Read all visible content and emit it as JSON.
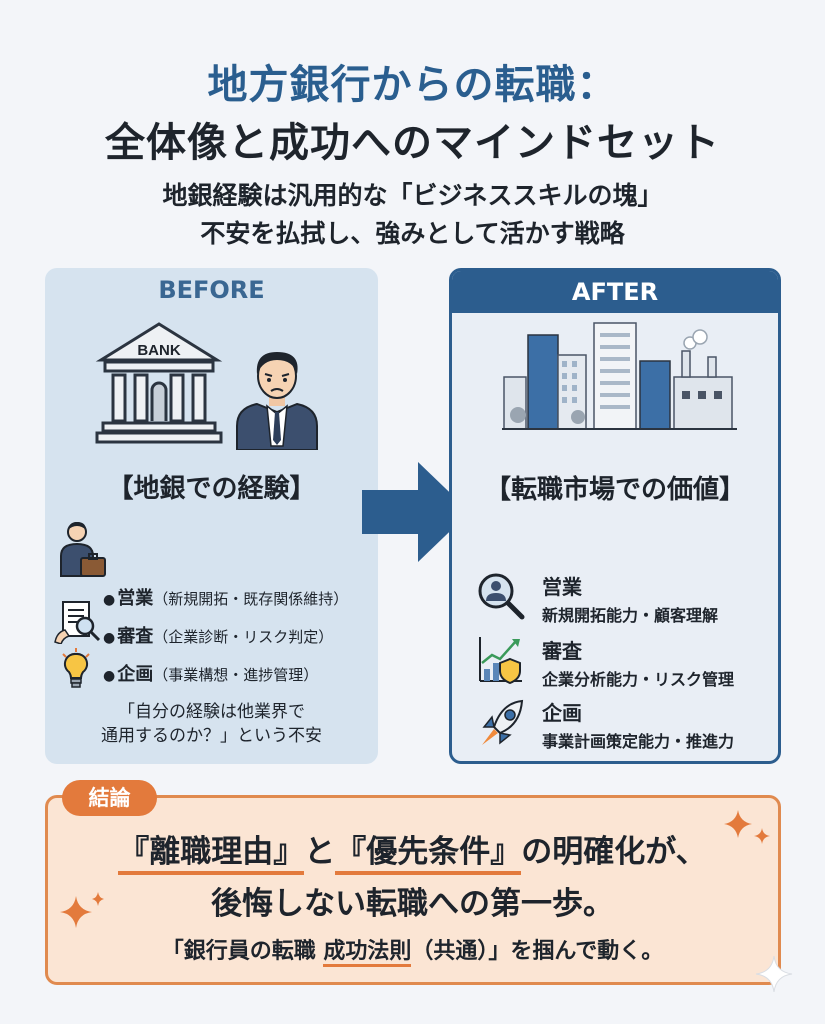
{
  "title": {
    "line1": "地方銀行からの転職：",
    "line2": "全体像と成功へのマインドセット"
  },
  "subtitle": {
    "line1": "地銀経験は汎用的な「ビジネススキルの塊」",
    "line2": "不安を払拭し、強みとして活かす戦略"
  },
  "before": {
    "header": "BEFORE",
    "bank_sign": "BANK",
    "section_title": "【地銀での経験】",
    "items": [
      {
        "label": "営業",
        "detail": "（新規開拓・既存関係維持）"
      },
      {
        "label": "審査",
        "detail": "（企業診断・リスク判定）"
      },
      {
        "label": "企画",
        "detail": "（事業構想・進捗管理）"
      }
    ],
    "worry_line1": "「自分の経験は他業界で",
    "worry_line2": "通用するのか？」という不安"
  },
  "after": {
    "header": "AFTER",
    "section_title": "【転職市場での価値】",
    "items": [
      {
        "label": "営業",
        "detail": "新規開拓能力・顧客理解"
      },
      {
        "label": "審査",
        "detail": "企業分析能力・リスク管理"
      },
      {
        "label": "企画",
        "detail": "事業計画策定能力・推進力"
      }
    ]
  },
  "conclusion": {
    "badge": "結論",
    "line1_part1": "『離職理由』",
    "line1_part2": "と",
    "line1_part3": "『優先条件』",
    "line1_part4": "の明確化が、",
    "line2": "後悔しない転職への第一歩。",
    "line3_part1": "「銀行員の転職",
    "line3_part2": "成功法則",
    "line3_part3": "（共通）」を掴んで動く。"
  },
  "colors": {
    "title_blue": "#2a5e8f",
    "after_blue": "#2c5d8e",
    "before_panel": "#d6e3ef",
    "accent_orange": "#e37a3c",
    "conclusion_bg": "#fbe5d4"
  }
}
